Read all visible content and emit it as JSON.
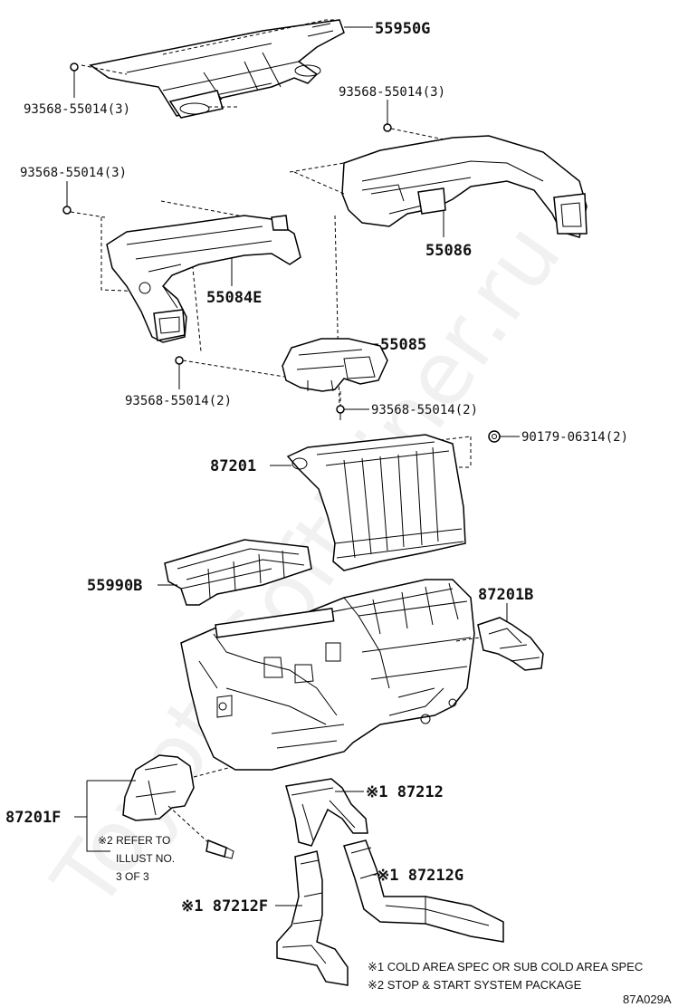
{
  "parts": {
    "p55950G": "55950G",
    "p55086": "55086",
    "p55084E": "55084E",
    "p55085": "55085",
    "p87201": "87201",
    "p55990B": "55990B",
    "p87201B": "87201B",
    "p87201F": "87201F",
    "p87212": "※1 87212",
    "p87212G": "※1 87212G",
    "p87212F": "※1 87212F"
  },
  "fasteners": {
    "screw_top_left": "93568-55014(3)",
    "screw_top_right": "93568-55014(3)",
    "screw_mid_left": "93568-55014(3)",
    "screw_55085_left": "93568-55014(2)",
    "screw_55085_bottom": "93568-55014(2)",
    "clip_right": "90179-06314(2)"
  },
  "reference_note": {
    "line1": "※2 REFER TO",
    "line2": "ILLUST NO.",
    "line3": "3 OF 3"
  },
  "footnotes": {
    "note1": "※1 COLD AREA SPEC OR SUB COLD AREA SPEC",
    "note2": "※2 STOP & START SYSTEM PACKAGE"
  },
  "illustration_id": "87A029A",
  "watermark": "ToyotaSoftMiner.ru"
}
